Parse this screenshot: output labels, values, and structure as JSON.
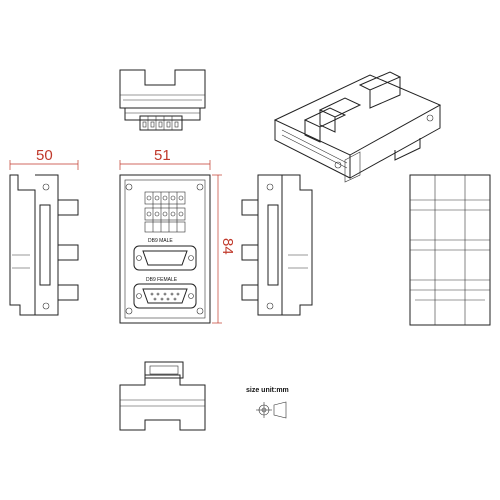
{
  "dimensions": {
    "side_width": "50",
    "front_width": "51",
    "front_height": "84"
  },
  "labels": {
    "male": "DB9 MALE",
    "female": "DB9 FEMALE"
  },
  "legend": {
    "size_unit": "size unit:mm"
  },
  "colors": {
    "outline": "#222222",
    "dimension": "#c0392b"
  },
  "icons": [
    "projection-symbol-icon"
  ]
}
